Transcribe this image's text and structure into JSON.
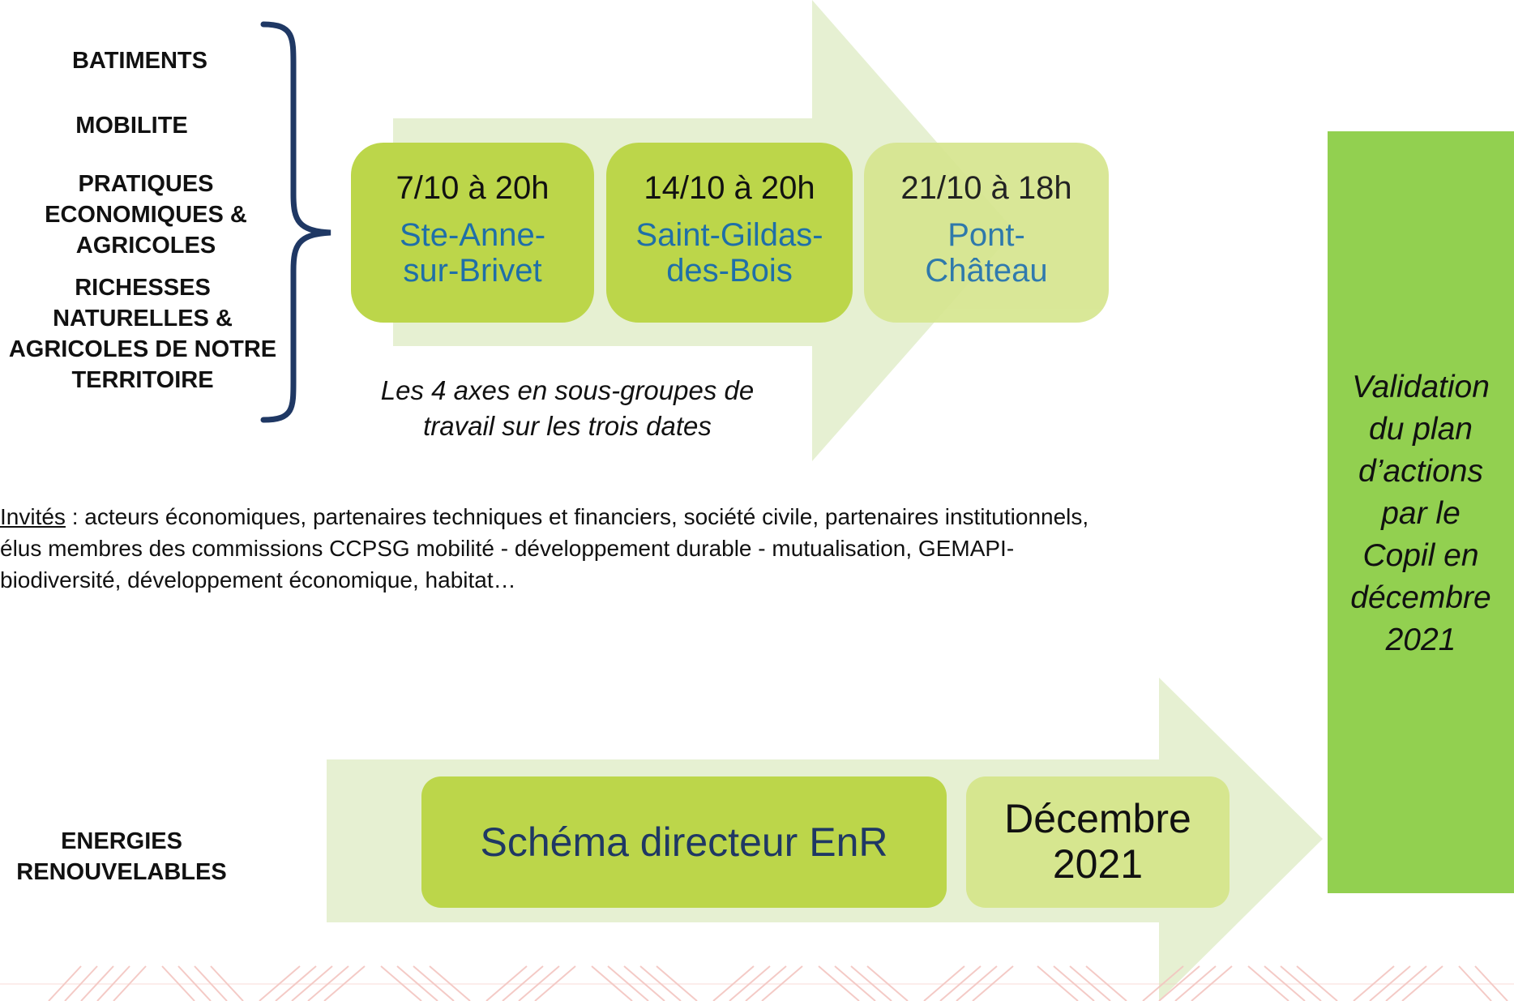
{
  "axes": [
    {
      "lines": [
        "BATIMENTS"
      ]
    },
    {
      "lines": [
        "MOBILITE"
      ]
    },
    {
      "lines": [
        "PRATIQUES",
        "ECONOMIQUES &",
        "AGRICOLES"
      ]
    },
    {
      "lines": [
        "RICHESSES",
        "NATURELLES &",
        "AGRICOLES DE NOTRE",
        "TERRITOIRE"
      ]
    }
  ],
  "sessions": [
    {
      "date": "7/10 à 20h",
      "place_lines": [
        "Ste-Anne-",
        "sur-Brivet"
      ]
    },
    {
      "date": "14/10 à 20h",
      "place_lines": [
        "Saint-Gildas-",
        "des-Bois"
      ]
    },
    {
      "date": "21/10 à 18h",
      "place_lines": [
        "Pont-",
        "Château"
      ]
    }
  ],
  "caption_lines": [
    "Les 4 axes en sous-groupes de",
    "travail sur les trois dates"
  ],
  "invites": {
    "label": "Invités",
    "lines": [
      " : acteurs économiques, partenaires techniques et financiers, société civile, partenaires institutionnels,",
      "élus membres des commissions CCPSG mobilité - développement durable - mutualisation, GEMAPI-",
      "biodiversité, développement économique, habitat…"
    ]
  },
  "enr": {
    "label_lines": [
      "ENERGIES",
      "RENOUVELABLES"
    ],
    "schema": "Schéma directeur EnR",
    "date_lines": [
      "Décembre",
      "2021"
    ]
  },
  "validation_lines": [
    "Validation",
    "du plan",
    "d’actions",
    "par le",
    "Copil en",
    "décembre",
    "2021"
  ],
  "colors": {
    "arrow": "#e6f0d2",
    "box_primary": "#bcd64a",
    "box_secondary": "#d6e68f",
    "brace": "#1f3864",
    "validation": "#92d050",
    "pattern": "#f3c5c0"
  }
}
